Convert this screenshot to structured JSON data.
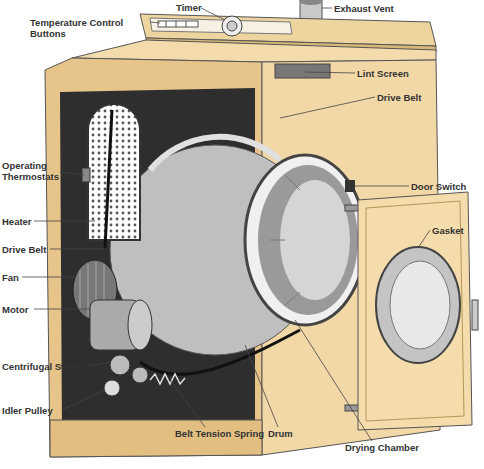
{
  "diagram": {
    "labels": [
      "Temperature Control Buttons",
      "Timer",
      "Exhaust Vent",
      "Lint Screen",
      "Drive Belt",
      "Operating Thermostats",
      "Door Switch",
      "Heater",
      "Gasket",
      "Drive Belt",
      "Fan",
      "Motor",
      "Centrifugal Switch",
      "Idler Pulley",
      "Belt Tension Spring",
      "Drum",
      "Drying Chamber"
    ]
  }
}
